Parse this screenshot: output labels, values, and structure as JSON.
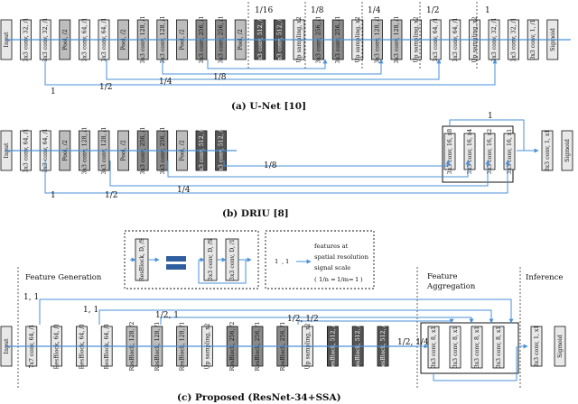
{
  "captions": {
    "a": "(a) U-Net [10]",
    "b": "(b) DRIU [8]",
    "c": "(c) Proposed (ResNet-34+SSA)"
  },
  "unet": {
    "blocks": [
      "Input",
      "3x3 conv, 32, /1",
      "3x3 conv, 32, /1",
      "Pool, /2",
      "3x3 conv, 64, /1",
      "3x3 conv, 64, /1",
      "Pool, /2",
      "3x3 conv, 128, /1",
      "3x3 conv, 128, /1",
      "Pool, /2",
      "3x3 conv, 256, /1",
      "3x3 conv, 256, /1",
      "Pool, /2",
      "3x3 conv, 512, /1",
      "3x3 conv, 512, /1",
      "Up sampling, x2",
      "3x3 conv, 256, /1",
      "3x3 conv, 256, /1",
      "Up sampling, x2",
      "3x3 conv, 128, /1",
      "3x3 conv, 128, /1",
      "Up sampling, x2",
      "3x3 conv, 64, /1",
      "3x3 conv, 64, /1",
      "Up sampling, x2",
      "3x3 conv, 32, /1",
      "3x3 conv, 32, /1",
      "3x3 conv, 1, /1",
      "Sigmoid"
    ],
    "scales": [
      "1/16",
      "1/8",
      "1/4",
      "1/2",
      "1"
    ],
    "skip_labels": [
      "1/8",
      "1/4",
      "1/2",
      "1"
    ]
  },
  "driu": {
    "blocks": [
      "Input",
      "3x3 conv, 64, /1",
      "3x3 conv, 64, /1",
      "Pool, /2",
      "3x3 conv, 128, /1",
      "3x3 conv, 128, /1",
      "Pool, /2",
      "3x3 conv, 256, /1",
      "3x3 conv, 256, /1",
      "Pool, /2",
      "3x3 conv, 512, /1",
      "3x3 conv, 512, /1"
    ],
    "side_blocks": [
      "3x3 conv, 16, x8",
      "3x3 conv, 16, x4",
      "3x3 conv, 16, x2",
      "3x3 conv, 16, x1"
    ],
    "out_blocks": [
      "3x3 conv, 1, x1",
      "Sigmoid"
    ],
    "skip_labels": [
      "1/8",
      "1/4",
      "1/2",
      "1",
      "1"
    ]
  },
  "legend": {
    "block_a": "ResBlock, D, /S",
    "block_b1": "3x3 conv, D, /S",
    "block_b2": "3x3 conv, D, /1",
    "text_line1": "features at",
    "text_line2": "spatial resolution",
    "text_line3": "signal scale",
    "n": "n",
    "m": "m",
    "red": "#d62728",
    "blue": "#1f77b4"
  },
  "proposed": {
    "sections": [
      "Feature Generation",
      "Feature",
      "Aggregation",
      "Inference"
    ],
    "blocks": [
      "Input",
      "7x7 conv, 64, /1",
      "ResBlock, 64, /1",
      "ResBlock, 64, /1",
      "ResBlock, 64, /1",
      "ResBlock, 128, /2",
      "ResBlock, 128, /1",
      "ResBlock, 128, /1",
      "Up sampling, x2",
      "ResBlock, 256, /2",
      "ResBlock, 256, /1",
      "ResBlock, 256, /1",
      "Up sampling, x2",
      "ResBlock, 512, /2",
      "ResBlock, 512, /1",
      "ResBlock, 512, /1"
    ],
    "agg_blocks": [
      "3x3 conv, 8, x1",
      "3x3 conv, 8, x1",
      "3x3 conv, 8, x1",
      "3x3 conv, 8, x1"
    ],
    "out_blocks": [
      "3x3 conv, 1, x1",
      "Sigmoid"
    ],
    "fracs": [
      "1, 1",
      "1, 1",
      "1/2, 1",
      "1/2, 1/2",
      "1/2, 1/4"
    ]
  },
  "colors": {
    "arrow": "#4a90d9",
    "block_light": "#e8e8e8",
    "block_mid": "#bdbdbd",
    "block_dark": "#8a8a8a",
    "block_darker": "#555555"
  }
}
